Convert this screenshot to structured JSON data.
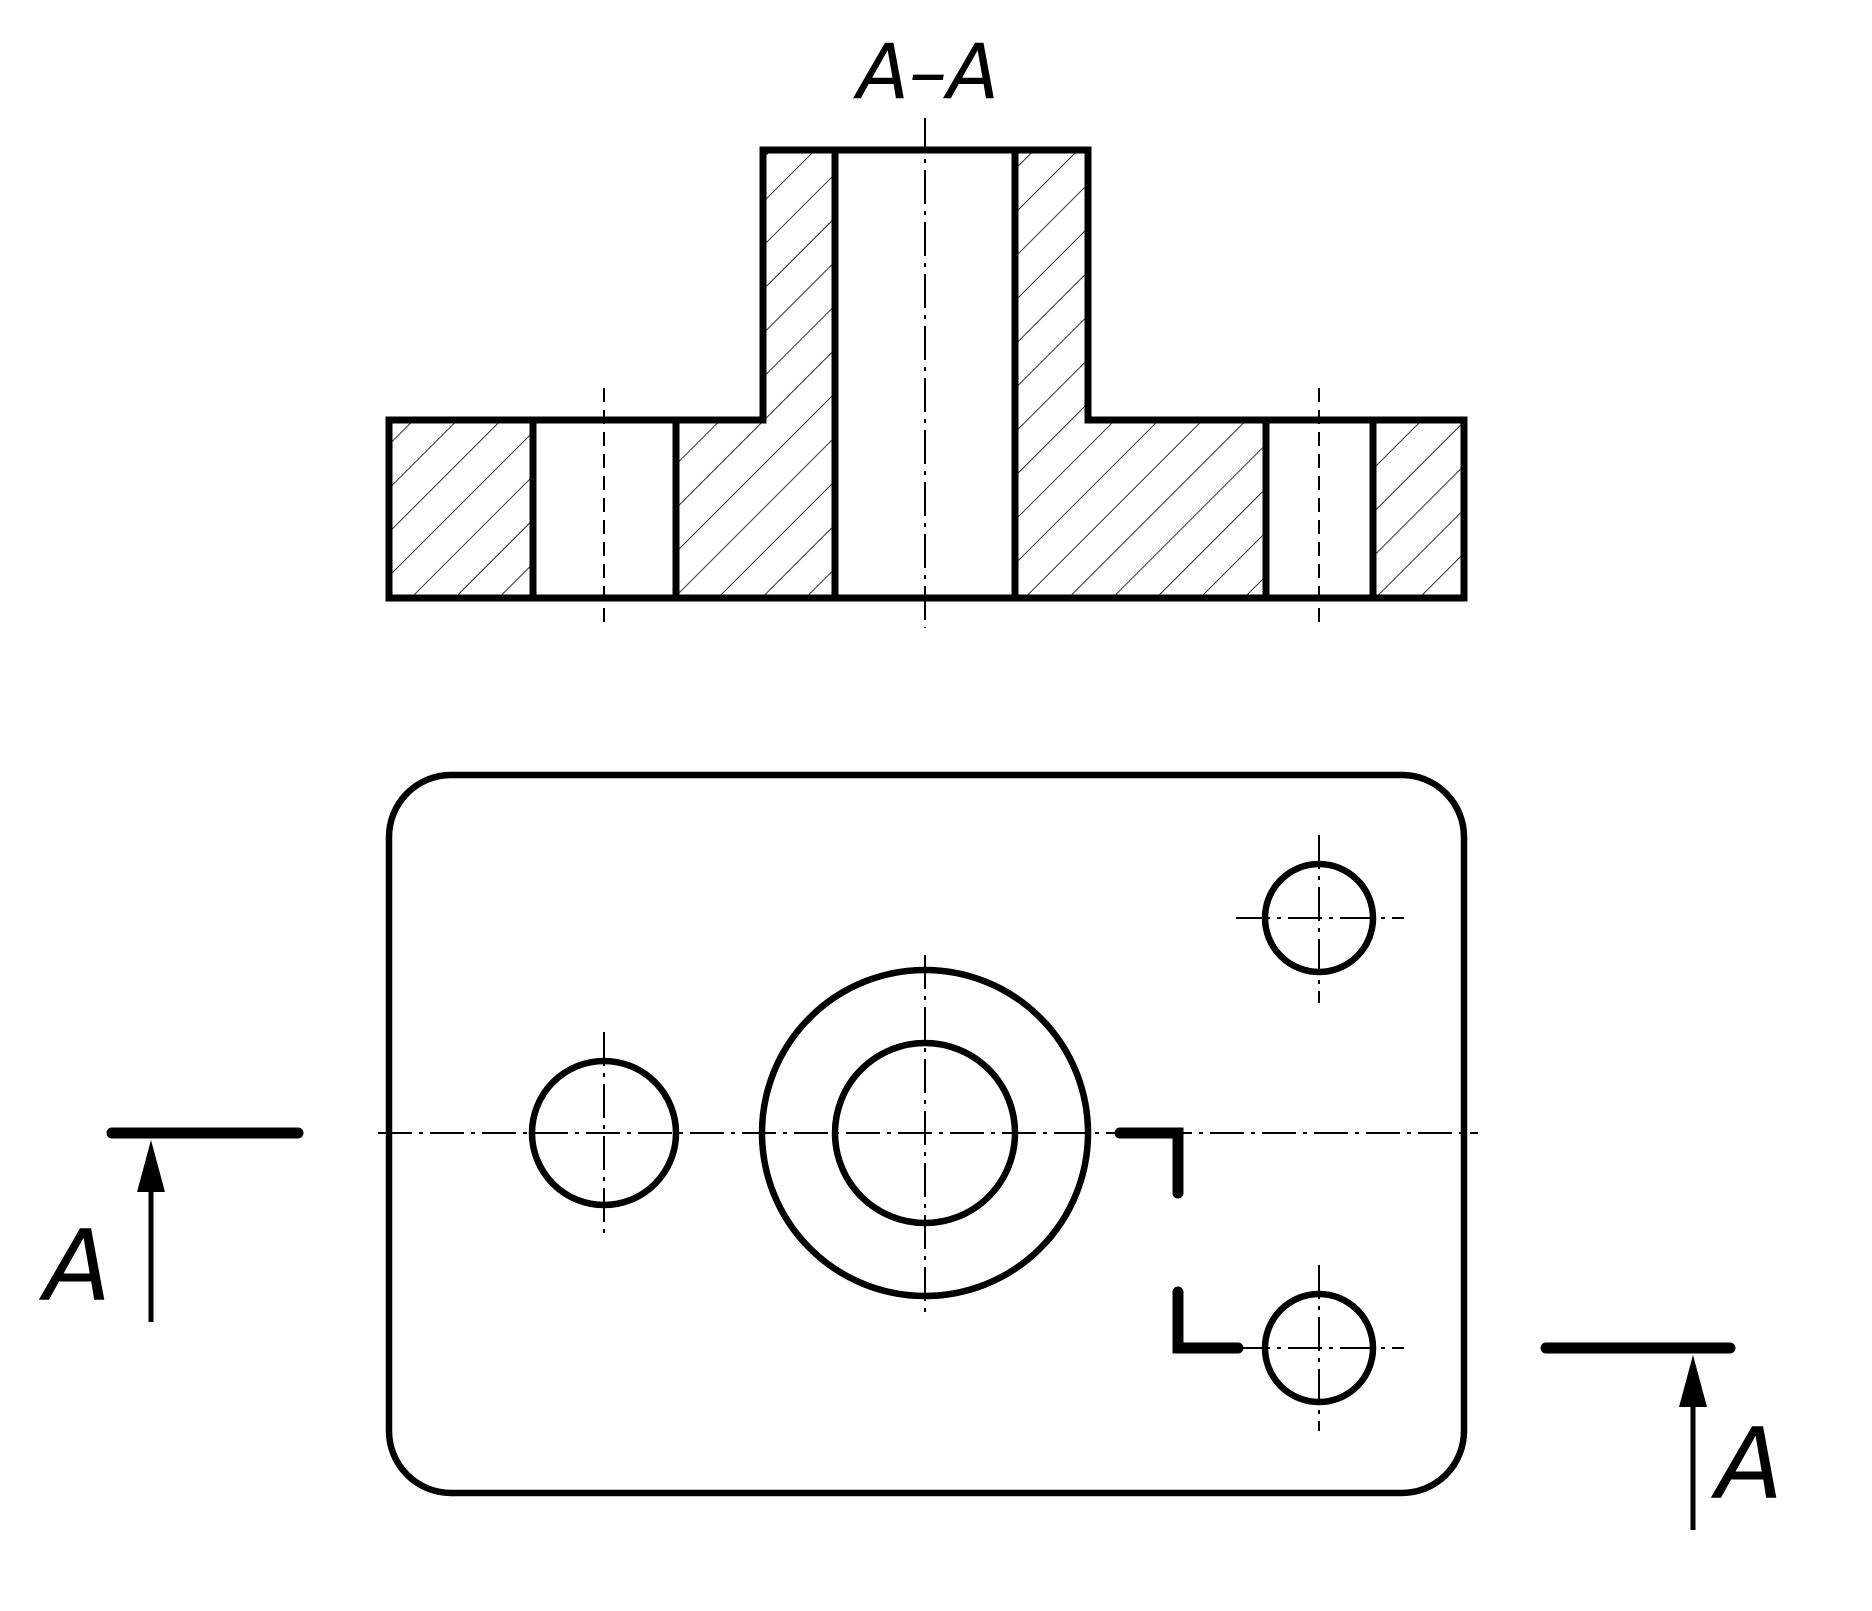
{
  "section_title": "A–A",
  "section_marks": {
    "left": "A",
    "right": "A"
  }
}
